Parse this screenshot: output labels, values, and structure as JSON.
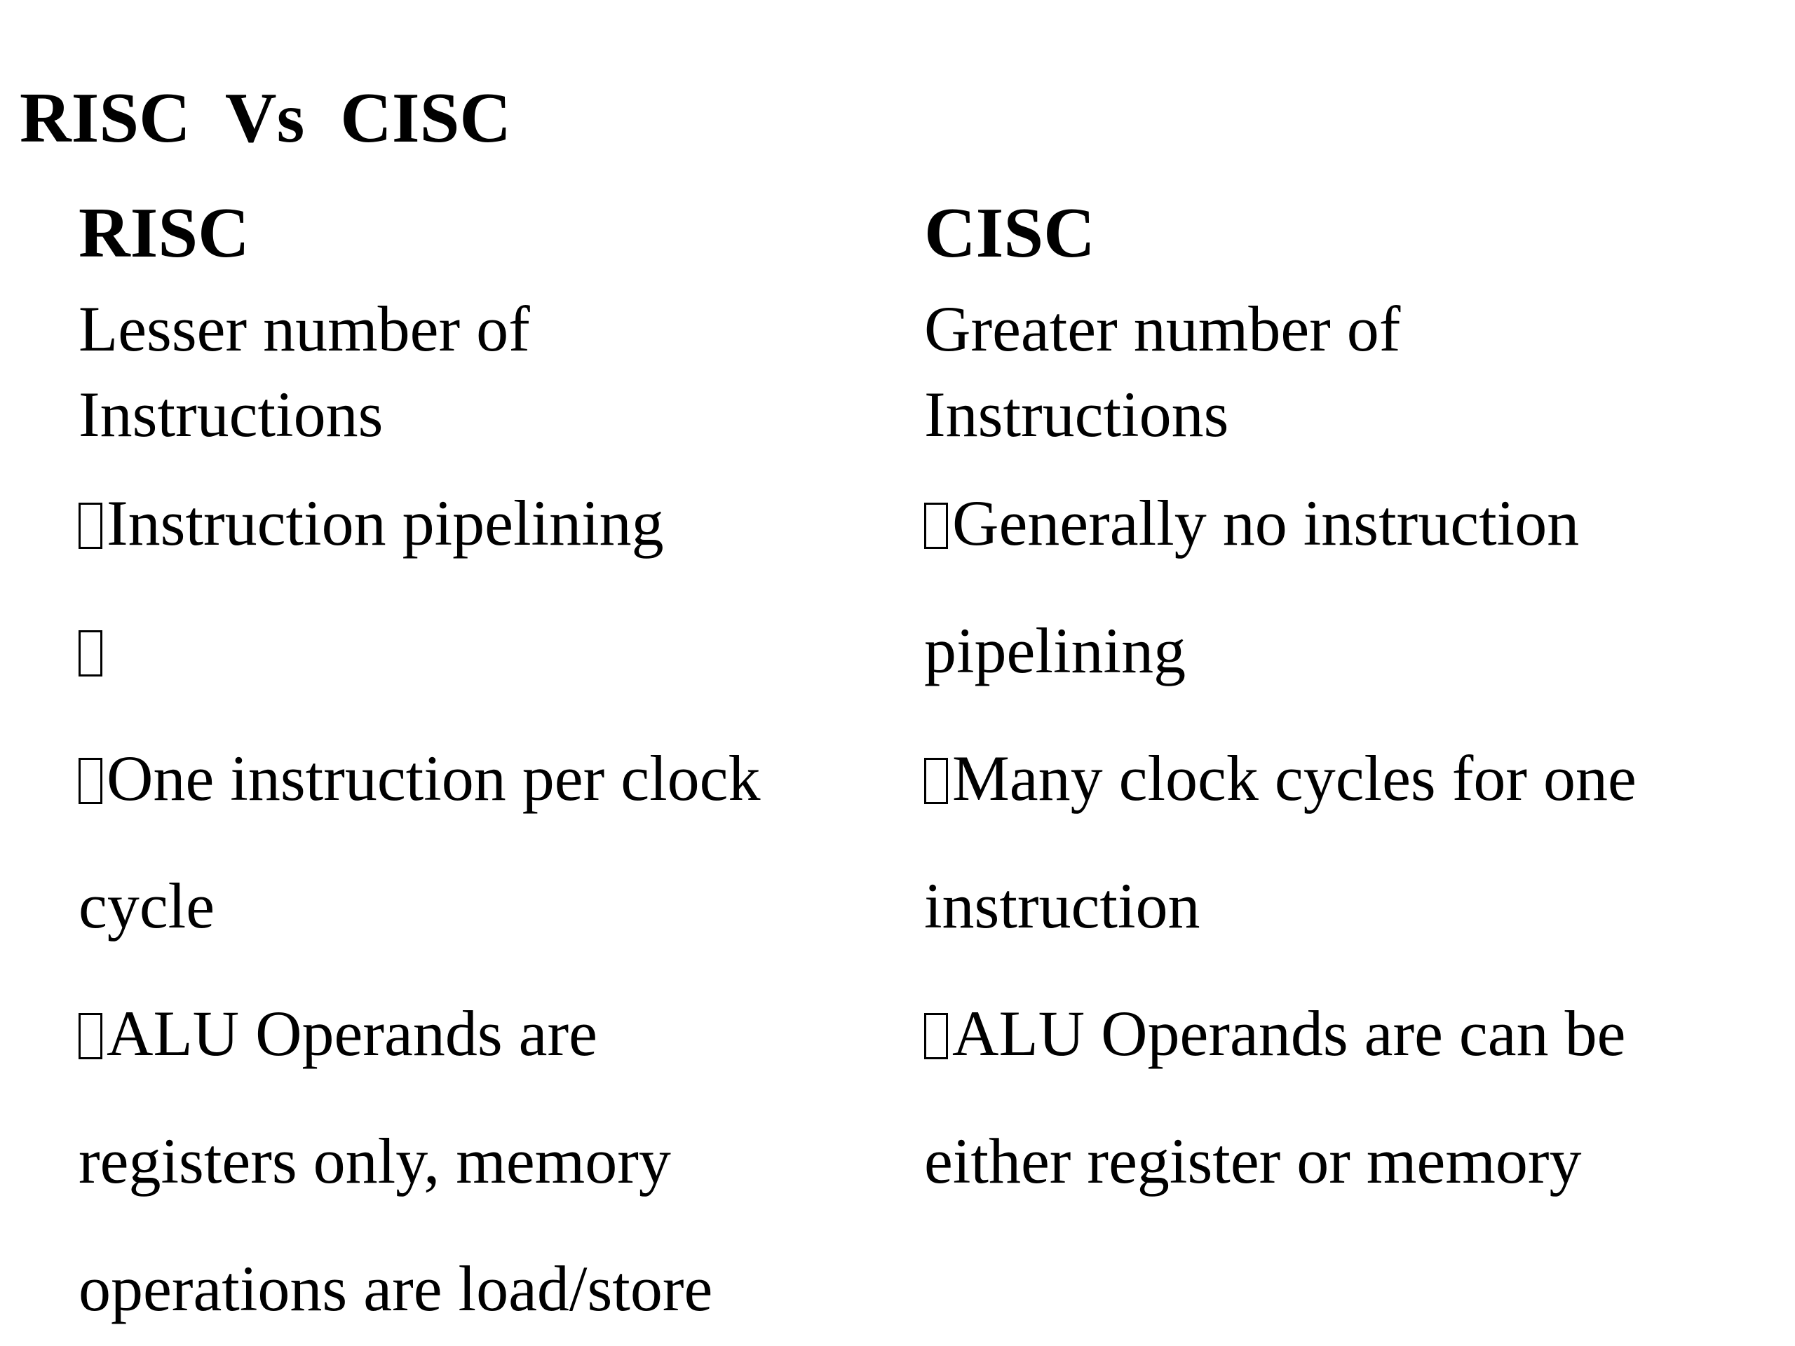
{
  "title": "RISC  Vs  CISC",
  "risc": {
    "heading": "RISC",
    "subheading_lines": [
      "Lesser number of",
      "Instructions"
    ],
    "points": [
      {
        "lines": [
          "Instruction pipelining"
        ]
      },
      {
        "lines": [
          ""
        ]
      },
      {
        "lines": [
          "One instruction per clock",
          "cycle"
        ]
      },
      {
        "lines": [
          "ALU Operands are",
          "registers only, memory",
          "operations are load/store"
        ]
      }
    ]
  },
  "cisc": {
    "heading": "CISC",
    "subheading_lines": [
      "Greater number of",
      "Instructions"
    ],
    "points": [
      {
        "lines": [
          "Generally no instruction",
          "pipelining"
        ]
      },
      {
        "lines": [
          "Many clock cycles for one",
          "instruction"
        ]
      },
      {
        "lines": [
          "ALU Operands are can be",
          "either register or memory"
        ]
      }
    ]
  }
}
